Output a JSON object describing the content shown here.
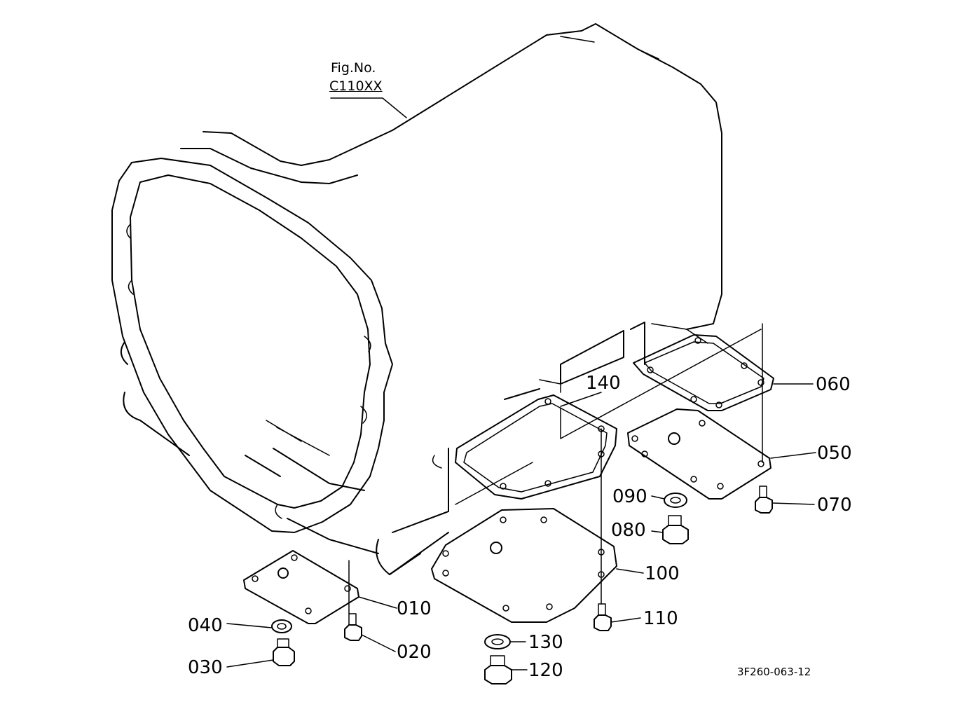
{
  "figure": {
    "fig_label": "Fig.No.",
    "fig_number": "C110XX",
    "drawing_code": "3F260-063-12"
  },
  "callouts": {
    "p010": "010",
    "p020": "020",
    "p030": "030",
    "p040": "040",
    "p050": "050",
    "p060": "060",
    "p070": "070",
    "p080": "080",
    "p090": "090",
    "p100": "100",
    "p110": "110",
    "p120": "120",
    "p130": "130",
    "p140": "140"
  }
}
